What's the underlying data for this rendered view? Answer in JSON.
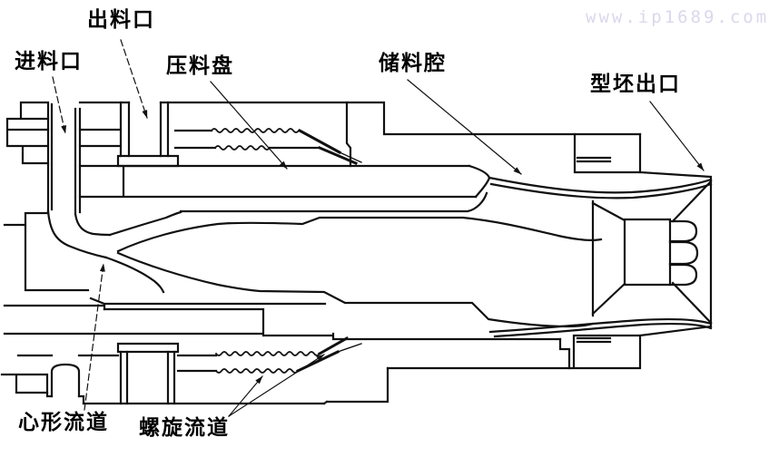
{
  "diagram": {
    "type": "engineering-cross-section",
    "labels": {
      "discharge_port": "出料口",
      "feed_port": "进料口",
      "pressure_plate": "压料盘",
      "storage_chamber": "储料腔",
      "parison_outlet": "型坯出口",
      "heart_channel": "心形流道",
      "spiral_channel": "螺旋流道"
    }
  },
  "watermark": {
    "text": "www.ip1689.com",
    "color": "#dcd7ec"
  },
  "colors": {
    "line": "#111111",
    "background": "#ffffff"
  }
}
